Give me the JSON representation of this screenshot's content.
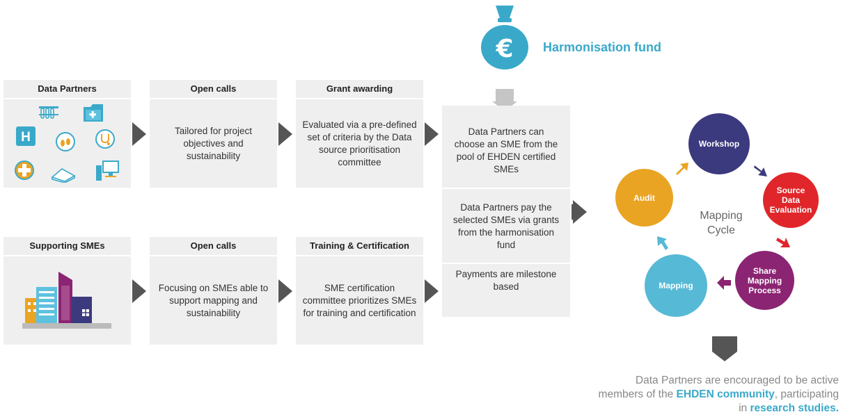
{
  "fund": {
    "label": "Harmonisation fund",
    "color": "#3aa9c9"
  },
  "row1": [
    {
      "title": "Data Partners",
      "body": ""
    },
    {
      "title": "Open calls",
      "body": "Tailored for project objectives and sustainability"
    },
    {
      "title": "Grant awarding",
      "body": "Evaluated via a pre-defined set of criteria by the Data source prioritisation committee"
    }
  ],
  "row2": [
    {
      "title": "Supporting SMEs",
      "body": ""
    },
    {
      "title": "Open calls",
      "body": "Focusing on SMEs able to support mapping and sustainability"
    },
    {
      "title": "Training & Certification",
      "body": "SME certification committee prioritizes SMEs for training and certification"
    }
  ],
  "center": [
    "Data Partners can choose an SME from the pool of EHDEN certified SMEs",
    "Data Partners pay the selected SMEs via grants from the harmonisation fund",
    "Payments are milestone based"
  ],
  "cycle": {
    "title_line1": "Mapping",
    "title_line2": "Cycle",
    "nodes": [
      {
        "label": "Workshop",
        "color": "#3b3a7e"
      },
      {
        "label": "Source Data Evaluation",
        "color": "#e0262a"
      },
      {
        "label": "Share Mapping Process",
        "color": "#8b2472"
      },
      {
        "label": "Mapping",
        "color": "#56b9d6"
      },
      {
        "label": "Audit",
        "color": "#eaa423"
      }
    ]
  },
  "footer": {
    "part1": "Data Partners are encouraged to be active members of the ",
    "highlight1": "EHDEN community",
    "part2": ", participating in ",
    "highlight2": "research studies."
  },
  "icons": [
    "money-bag-euro-icon",
    "lab-tubes-icon",
    "medical-folder-icon",
    "hospital-icon",
    "baby-feet-icon",
    "stethoscope-icon",
    "first-aid-icon",
    "scanner-icon",
    "computer-icon",
    "city-buildings-icon"
  ]
}
